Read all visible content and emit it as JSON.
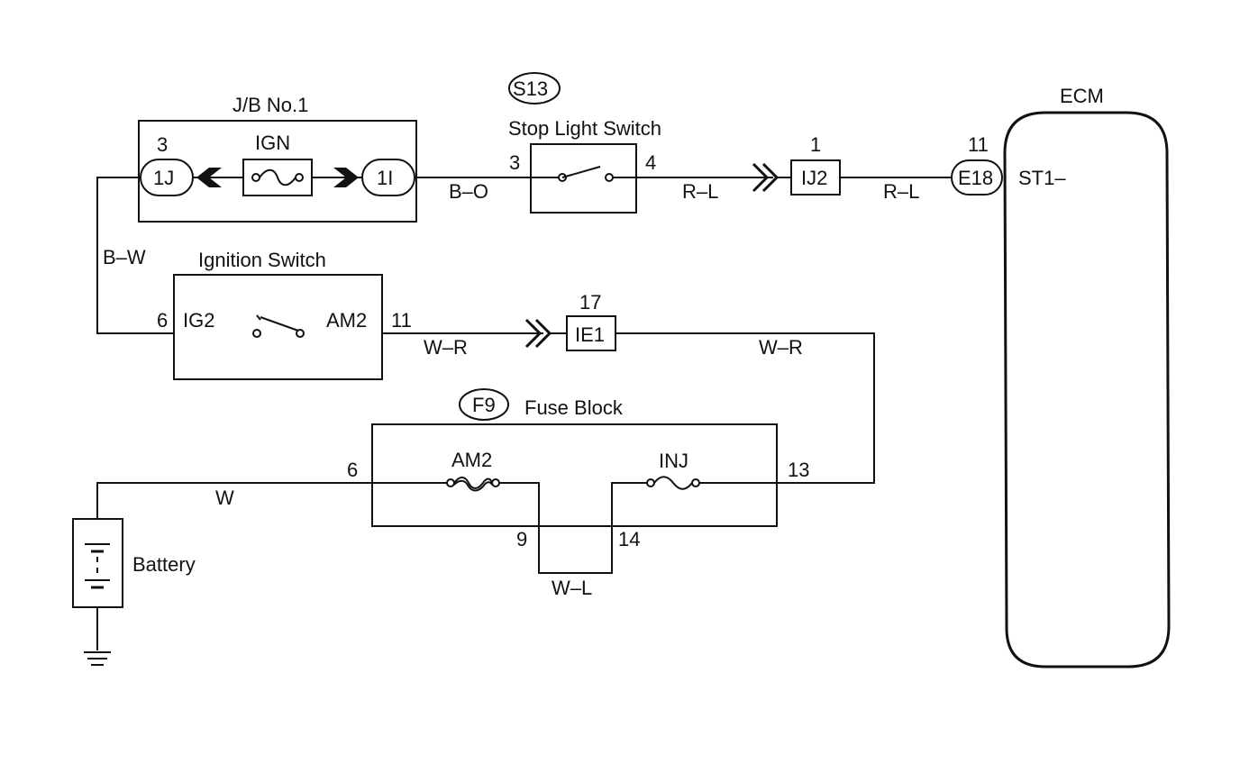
{
  "junction_block": {
    "title": "J/B No.1",
    "fuse_label": "IGN",
    "left_connector": "1J",
    "left_pin": "3",
    "right_connector": "1I"
  },
  "stop_light_switch": {
    "code": "S13",
    "title": "Stop Light Switch",
    "pin_in": "3",
    "pin_out": "4"
  },
  "connector_ij2": {
    "label": "IJ2",
    "pin": "1"
  },
  "ecm": {
    "title": "ECM",
    "connector": "E18",
    "pin": "11",
    "terminal": "ST1–"
  },
  "ignition_switch": {
    "title": "Ignition Switch",
    "left_pin": "6",
    "left_terminal": "IG2",
    "right_terminal": "AM2",
    "right_pin": "11"
  },
  "connector_ie1": {
    "label": "IE1",
    "pin": "17"
  },
  "fuse_block": {
    "code": "F9",
    "title": "Fuse Block",
    "fuse_left": "AM2",
    "fuse_right": "INJ",
    "pin_in": "6",
    "pin_out": "13",
    "pin_bottom_left": "9",
    "pin_bottom_right": "14"
  },
  "battery": {
    "label": "Battery"
  },
  "wires": {
    "bo": "B–O",
    "rl1": "R–L",
    "rl2": "R–L",
    "bw": "B–W",
    "wr1": "W–R",
    "wr2": "W–R",
    "w": "W",
    "wl": "W–L"
  }
}
